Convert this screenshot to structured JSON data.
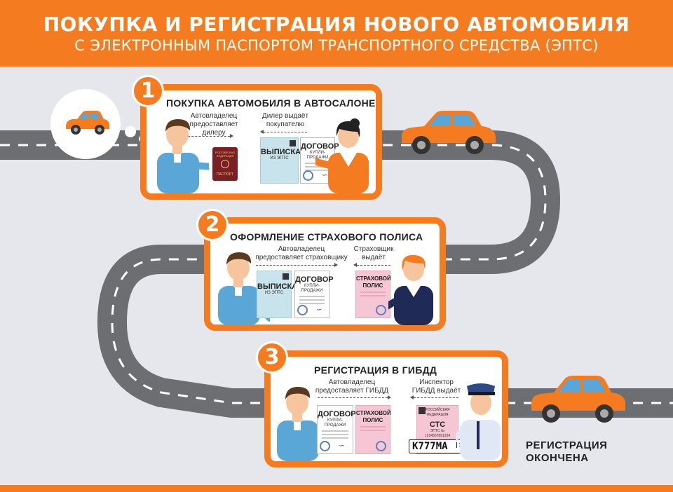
{
  "header": {
    "title": "ПОКУПКА И РЕГИСТРАЦИЯ НОВОГО АВТОМОБИЛЯ",
    "subtitle": "С ЭЛЕКТРОННЫМ ПАСПОРТОМ ТРАНСПОРТНОГО СРЕДСТВА (ЭПТС)"
  },
  "colors": {
    "accent": "#f47b20",
    "road": "#6d6e71",
    "background": "#e6e7ec",
    "blue_doc": "#c8e3ec",
    "pink_doc": "#f6c6d5",
    "card_bg": "#ffffff"
  },
  "steps": [
    {
      "number": "1",
      "title": "ПОКУПКА АВТОМОБИЛЯ В АВТОСАЛОНЕ",
      "left_note_1": "Автовладелец",
      "left_note_2": "предоставляет",
      "left_note_3": "дилеру",
      "right_note_1": "Дилер выдаёт",
      "right_note_2": "покупателю",
      "passport_lines": [
        "РОССИЙСКАЯ",
        "ФЕДЕРАЦИЯ",
        "ПАСПОРТ"
      ],
      "doc1_title": "ВЫПИСКА",
      "doc1_sub": "ИЗ ЭПТС",
      "doc2_title": "ДОГОВОР",
      "doc2_sub": "КУПЛИ-ПРОДАЖИ"
    },
    {
      "number": "2",
      "title": "ОФОРМЛЕНИЕ СТРАХОВОГО ПОЛИСА",
      "left_note_1": "Автовладелец",
      "left_note_2": "предоставляет страховщику",
      "right_note_1": "Страховщик",
      "right_note_2": "выдаёт",
      "doc1_title": "ВЫПИСКА",
      "doc1_sub": "ИЗ ЭПТС",
      "doc2_title": "ДОГОВОР",
      "doc2_sub": "КУПЛИ-ПРОДАЖИ",
      "doc3_title_1": "СТРАХОВОЙ",
      "doc3_title_2": "ПОЛИС"
    },
    {
      "number": "3",
      "title": "РЕГИСТРАЦИЯ В ГИБДД",
      "left_note_1": "Автовладелец",
      "left_note_2": "предоставляет ГИБДД",
      "right_note_1": "Инспектор",
      "right_note_2": "ГИБДД выдаёт",
      "doc2_title": "ДОГОВОР",
      "doc2_sub": "КУПЛИ-ПРОДАЖИ",
      "doc3_title_1": "СТРАХОВОЙ",
      "doc3_title_2": "ПОЛИС",
      "sts_title": "СТС",
      "sts_sub_1": "РОССИЙСКАЯ ФЕДЕРАЦИЯ",
      "sts_sub_2": "ЭПТС № 1234567891234",
      "plate": "К777МА",
      "plate_region": "172"
    }
  ],
  "finish": {
    "line1": "РЕГИСТРАЦИЯ",
    "line2": "ОКОНЧЕНА"
  },
  "icons": [
    "car-icon",
    "person-icon",
    "passport-icon",
    "stamp-icon",
    "signature-icon",
    "thought-bubble-icon"
  ]
}
